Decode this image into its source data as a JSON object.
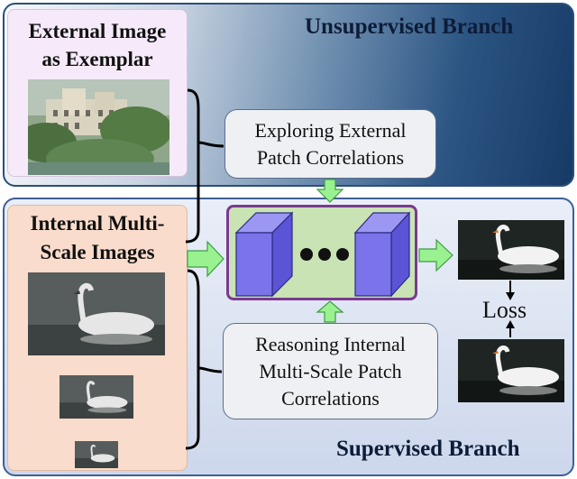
{
  "unsupervised_branch": {
    "title": "Unsupervised Branch"
  },
  "supervised_branch": {
    "title": "Supervised Branch"
  },
  "external_panel": {
    "title_line1": "External Image",
    "title_line2": "as Exemplar"
  },
  "internal_panel": {
    "title_line1": "Internal Multi-",
    "title_line2": "Scale Images"
  },
  "external_box": {
    "line1": "Exploring External",
    "line2": "Patch Correlations"
  },
  "internal_box": {
    "line1": "Reasoning Internal",
    "line2": "Multi-Scale Patch",
    "line3": "Correlations"
  },
  "loss_label": "Loss",
  "colors": {
    "arrow_fill": "#99f28f",
    "arrow_stroke": "#3f9a47",
    "network_border": "#7a3a8f",
    "network_fill": "#c9e3b4",
    "block_fill": "#7a73ea",
    "block_stroke": "#2b2a80"
  }
}
